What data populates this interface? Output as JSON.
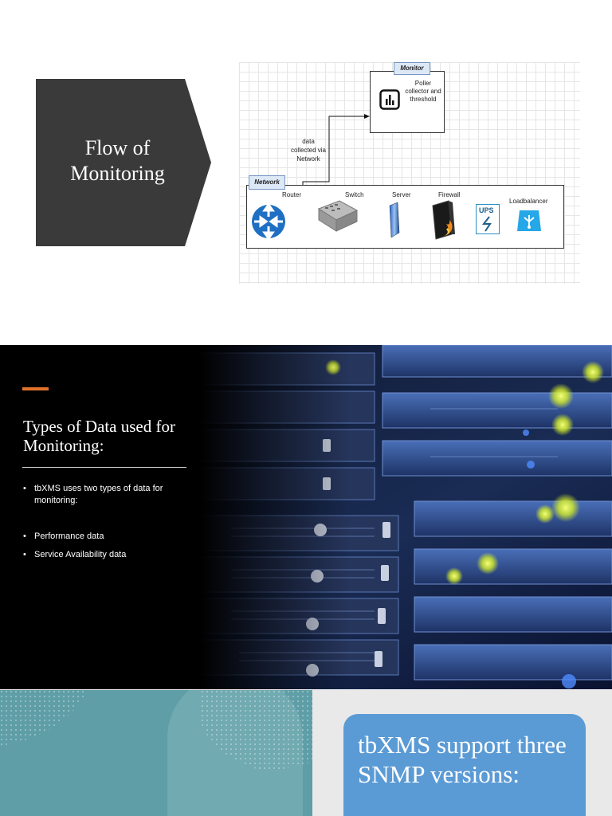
{
  "slide1": {
    "title": "Flow of Monitoring",
    "diagram": {
      "monitor_tag": "Monitor",
      "poller_text": "Poller collector and threshold",
      "data_text": "data collected via Network",
      "network_tag": "Network",
      "devices": [
        {
          "label": "Router",
          "icon": "router-icon"
        },
        {
          "label": "Switch",
          "icon": "switch-icon"
        },
        {
          "label": "Server",
          "icon": "server-icon"
        },
        {
          "label": "Firewall",
          "icon": "firewall-icon"
        },
        {
          "label": "",
          "icon": "ups-icon",
          "icon_text": "UPS"
        },
        {
          "label": "Loadbalancer",
          "icon": "loadbalancer-icon"
        }
      ]
    },
    "colors": {
      "chevron": "#3a3a3a"
    }
  },
  "slide2": {
    "title": "Types of Data used for Monitoring:",
    "bullets": [
      "tbXMS uses two types of data for monitoring:",
      "Performance data",
      "Service Availability data"
    ],
    "colors": {
      "accent": "#e0712b",
      "background": "#000000"
    }
  },
  "slide3": {
    "card_text": "tbXMS support three SNMP versions:",
    "colors": {
      "teal": "#5f9ea7",
      "card": "#5b9bd5"
    }
  }
}
